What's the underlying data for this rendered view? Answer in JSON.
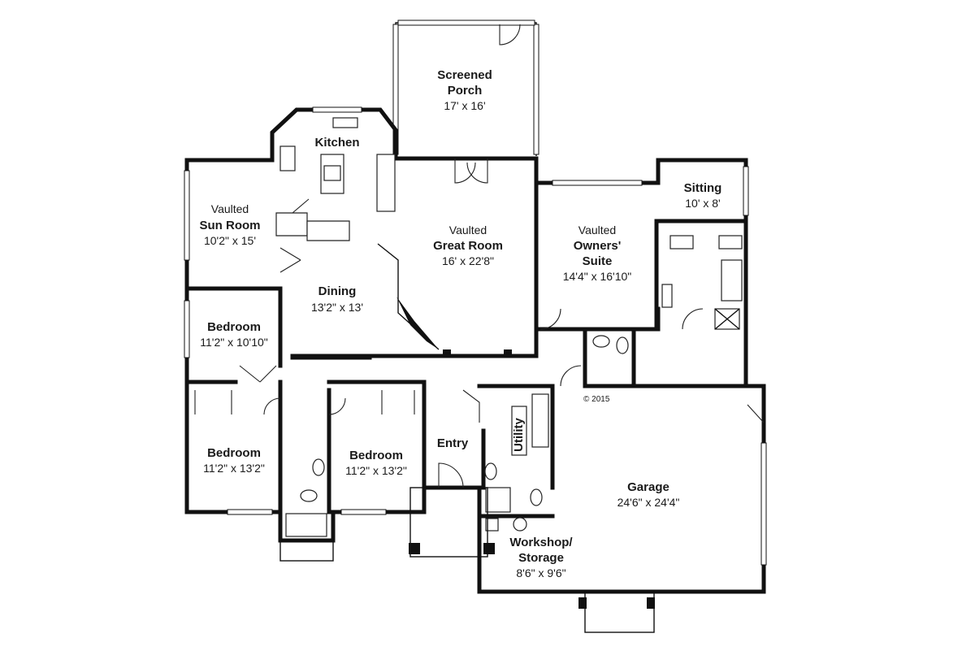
{
  "rooms": {
    "porch": {
      "name": "Screened",
      "name2": "Porch",
      "size": "17' x 16'"
    },
    "kitchen": {
      "name": "Kitchen"
    },
    "sunroom": {
      "prefix": "Vaulted",
      "name": "Sun Room",
      "size": "10'2\" x 15'"
    },
    "great": {
      "prefix": "Vaulted",
      "name": "Great Room",
      "size": "16' x 22'8\""
    },
    "owners": {
      "prefix": "Vaulted",
      "name": "Owners'",
      "name2": "Suite",
      "size": "14'4\" x 16'10\""
    },
    "sitting": {
      "name": "Sitting",
      "size": "10' x 8'"
    },
    "dining": {
      "name": "Dining",
      "size": "13'2\" x 13'"
    },
    "bed1": {
      "name": "Bedroom",
      "size": "11'2\" x 10'10\""
    },
    "bed2": {
      "name": "Bedroom",
      "size": "11'2\" x 13'2\""
    },
    "bed3": {
      "name": "Bedroom",
      "size": "11'2\" x 13'2\""
    },
    "entry": {
      "name": "Entry"
    },
    "utility": {
      "name": "Utility"
    },
    "garage": {
      "name": "Garage",
      "size": "24'6\" x 24'4\""
    },
    "workshop": {
      "name": "Workshop/",
      "name2": "Storage",
      "size": "8'6\" x 9'6\""
    }
  },
  "copyright": "© 2015"
}
